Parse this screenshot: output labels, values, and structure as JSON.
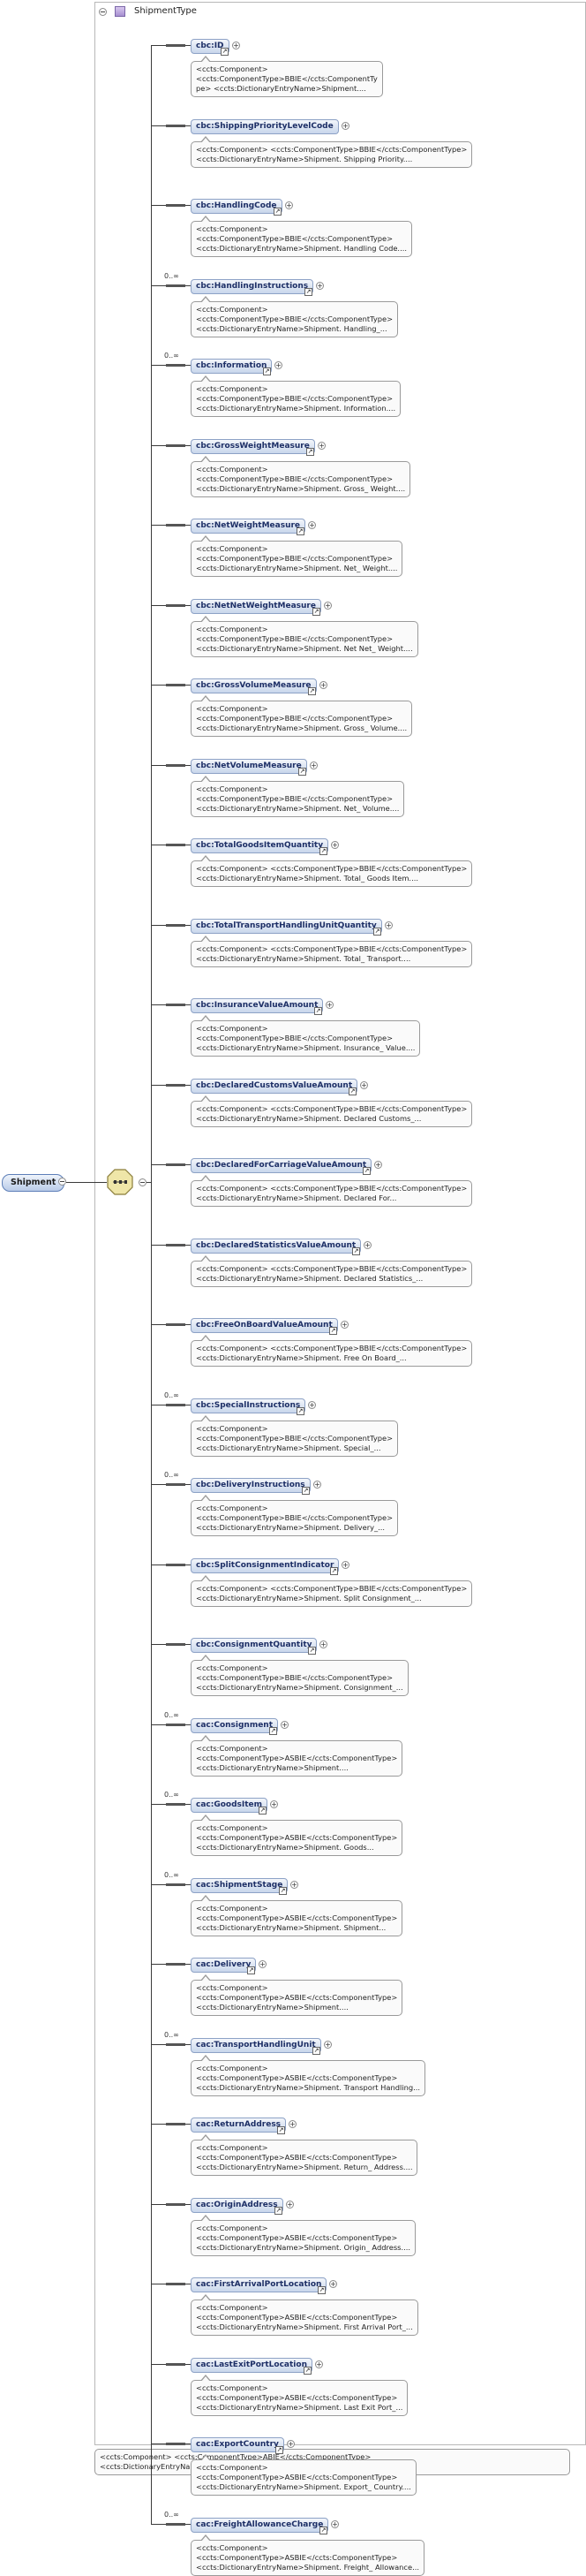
{
  "type_name": "ShipmentType",
  "root_name": "Shipment",
  "root_doc": "<ccts:Component> <ccts:ComponentType>ABIE</ccts:ComponentType>\n<ccts:DictionaryEntryName>Shipment....",
  "elements": [
    {
      "name": "cbc:ID",
      "occ": "",
      "doc": "<ccts:Component>\n<ccts:ComponentType>BBIE</ccts:ComponentTy\npe> <ccts:DictionaryEntryName>Shipment....",
      "link": true
    },
    {
      "name": "cbc:ShippingPriorityLevelCode",
      "occ": "",
      "doc": "<ccts:Component> <ccts:ComponentType>BBIE</ccts:ComponentType>\n<ccts:DictionaryEntryName>Shipment. Shipping Priority....",
      "link": false
    },
    {
      "name": "cbc:HandlingCode",
      "occ": "",
      "doc": "<ccts:Component>\n<ccts:ComponentType>BBIE</ccts:ComponentType>\n<ccts:DictionaryEntryName>Shipment. Handling Code....",
      "link": true
    },
    {
      "name": "cbc:HandlingInstructions",
      "occ": "0..∞",
      "doc": "<ccts:Component>\n<ccts:ComponentType>BBIE</ccts:ComponentType>\n<ccts:DictionaryEntryName>Shipment. Handling_...",
      "link": true
    },
    {
      "name": "cbc:Information",
      "occ": "0..∞",
      "doc": "<ccts:Component>\n<ccts:ComponentType>BBIE</ccts:ComponentType>\n<ccts:DictionaryEntryName>Shipment. Information....",
      "link": true
    },
    {
      "name": "cbc:GrossWeightMeasure",
      "occ": "",
      "doc": "<ccts:Component>\n<ccts:ComponentType>BBIE</ccts:ComponentType>\n<ccts:DictionaryEntryName>Shipment. Gross_ Weight....",
      "link": true
    },
    {
      "name": "cbc:NetWeightMeasure",
      "occ": "",
      "doc": "<ccts:Component>\n<ccts:ComponentType>BBIE</ccts:ComponentType>\n<ccts:DictionaryEntryName>Shipment. Net_ Weight....",
      "link": true
    },
    {
      "name": "cbc:NetNetWeightMeasure",
      "occ": "",
      "doc": "<ccts:Component>\n<ccts:ComponentType>BBIE</ccts:ComponentType>\n<ccts:DictionaryEntryName>Shipment. Net Net_ Weight....",
      "link": true
    },
    {
      "name": "cbc:GrossVolumeMeasure",
      "occ": "",
      "doc": "<ccts:Component>\n<ccts:ComponentType>BBIE</ccts:ComponentType>\n<ccts:DictionaryEntryName>Shipment. Gross_ Volume....",
      "link": true
    },
    {
      "name": "cbc:NetVolumeMeasure",
      "occ": "",
      "doc": "<ccts:Component>\n<ccts:ComponentType>BBIE</ccts:ComponentType>\n<ccts:DictionaryEntryName>Shipment. Net_ Volume....",
      "link": true
    },
    {
      "name": "cbc:TotalGoodsItemQuantity",
      "occ": "",
      "doc": "<ccts:Component> <ccts:ComponentType>BBIE</ccts:ComponentType>\n<ccts:DictionaryEntryName>Shipment. Total_ Goods Item....",
      "link": true
    },
    {
      "name": "cbc:TotalTransportHandlingUnitQuantity",
      "occ": "",
      "doc": "<ccts:Component> <ccts:ComponentType>BBIE</ccts:ComponentType>\n<ccts:DictionaryEntryName>Shipment. Total_ Transport....",
      "link": true
    },
    {
      "name": "cbc:InsuranceValueAmount",
      "occ": "",
      "doc": "<ccts:Component>\n<ccts:ComponentType>BBIE</ccts:ComponentType>\n<ccts:DictionaryEntryName>Shipment. Insurance_ Value....",
      "link": true
    },
    {
      "name": "cbc:DeclaredCustomsValueAmount",
      "occ": "",
      "doc": "<ccts:Component> <ccts:ComponentType>BBIE</ccts:ComponentType>\n<ccts:DictionaryEntryName>Shipment. Declared Customs_...",
      "link": true
    },
    {
      "name": "cbc:DeclaredForCarriageValueAmount",
      "occ": "",
      "doc": "<ccts:Component> <ccts:ComponentType>BBIE</ccts:ComponentType>\n<ccts:DictionaryEntryName>Shipment. Declared For...",
      "link": true
    },
    {
      "name": "cbc:DeclaredStatisticsValueAmount",
      "occ": "",
      "doc": "<ccts:Component> <ccts:ComponentType>BBIE</ccts:ComponentType>\n<ccts:DictionaryEntryName>Shipment. Declared Statistics_...",
      "link": true
    },
    {
      "name": "cbc:FreeOnBoardValueAmount",
      "occ": "",
      "doc": "<ccts:Component> <ccts:ComponentType>BBIE</ccts:ComponentType>\n<ccts:DictionaryEntryName>Shipment. Free On Board_...",
      "link": true
    },
    {
      "name": "cbc:SpecialInstructions",
      "occ": "0..∞",
      "doc": "<ccts:Component>\n<ccts:ComponentType>BBIE</ccts:ComponentType>\n<ccts:DictionaryEntryName>Shipment. Special_...",
      "link": true
    },
    {
      "name": "cbc:DeliveryInstructions",
      "occ": "0..∞",
      "doc": "<ccts:Component>\n<ccts:ComponentType>BBIE</ccts:ComponentType>\n<ccts:DictionaryEntryName>Shipment. Delivery_...",
      "link": true
    },
    {
      "name": "cbc:SplitConsignmentIndicator",
      "occ": "",
      "doc": "<ccts:Component> <ccts:ComponentType>BBIE</ccts:ComponentType>\n<ccts:DictionaryEntryName>Shipment. Split Consignment_...",
      "link": true
    },
    {
      "name": "cbc:ConsignmentQuantity",
      "occ": "",
      "doc": "<ccts:Component>\n<ccts:ComponentType>BBIE</ccts:ComponentType>\n<ccts:DictionaryEntryName>Shipment. Consignment_...",
      "link": true
    },
    {
      "name": "cac:Consignment",
      "occ": "0..∞",
      "doc": "<ccts:Component>\n<ccts:ComponentType>ASBIE</ccts:ComponentType>\n<ccts:DictionaryEntryName>Shipment....",
      "link": true
    },
    {
      "name": "cac:GoodsItem",
      "occ": "0..∞",
      "doc": "<ccts:Component>\n<ccts:ComponentType>ASBIE</ccts:ComponentType>\n<ccts:DictionaryEntryName>Shipment. Goods...",
      "link": true
    },
    {
      "name": "cac:ShipmentStage",
      "occ": "0..∞",
      "doc": "<ccts:Component>\n<ccts:ComponentType>ASBIE</ccts:ComponentType>\n<ccts:DictionaryEntryName>Shipment. Shipment...",
      "link": true
    },
    {
      "name": "cac:Delivery",
      "occ": "",
      "doc": "<ccts:Component>\n<ccts:ComponentType>ASBIE</ccts:ComponentType>\n<ccts:DictionaryEntryName>Shipment....",
      "link": true
    },
    {
      "name": "cac:TransportHandlingUnit",
      "occ": "0..∞",
      "doc": "<ccts:Component>\n<ccts:ComponentType>ASBIE</ccts:ComponentType>\n<ccts:DictionaryEntryName>Shipment. Transport Handling...",
      "link": true
    },
    {
      "name": "cac:ReturnAddress",
      "occ": "",
      "doc": "<ccts:Component>\n<ccts:ComponentType>ASBIE</ccts:ComponentType>\n<ccts:DictionaryEntryName>Shipment. Return_ Address....",
      "link": true
    },
    {
      "name": "cac:OriginAddress",
      "occ": "",
      "doc": "<ccts:Component>\n<ccts:ComponentType>ASBIE</ccts:ComponentType>\n<ccts:DictionaryEntryName>Shipment. Origin_ Address....",
      "link": true
    },
    {
      "name": "cac:FirstArrivalPortLocation",
      "occ": "",
      "doc": "<ccts:Component>\n<ccts:ComponentType>ASBIE</ccts:ComponentType>\n<ccts:DictionaryEntryName>Shipment. First Arrival Port_...",
      "link": true
    },
    {
      "name": "cac:LastExitPortLocation",
      "occ": "",
      "doc": "<ccts:Component>\n<ccts:ComponentType>ASBIE</ccts:ComponentType>\n<ccts:DictionaryEntryName>Shipment. Last Exit Port_...",
      "link": true
    },
    {
      "name": "cac:ExportCountry",
      "occ": "",
      "doc": "<ccts:Component>\n<ccts:ComponentType>ASBIE</ccts:ComponentType>\n<ccts:DictionaryEntryName>Shipment. Export_ Country....",
      "link": true
    },
    {
      "name": "cac:FreightAllowanceCharge",
      "occ": "0..∞",
      "doc": "<ccts:Component>\n<ccts:ComponentType>ASBIE</ccts:ComponentType>\n<ccts:DictionaryEntryName>Shipment. Freight_ Allowance...",
      "link": true
    }
  ]
}
